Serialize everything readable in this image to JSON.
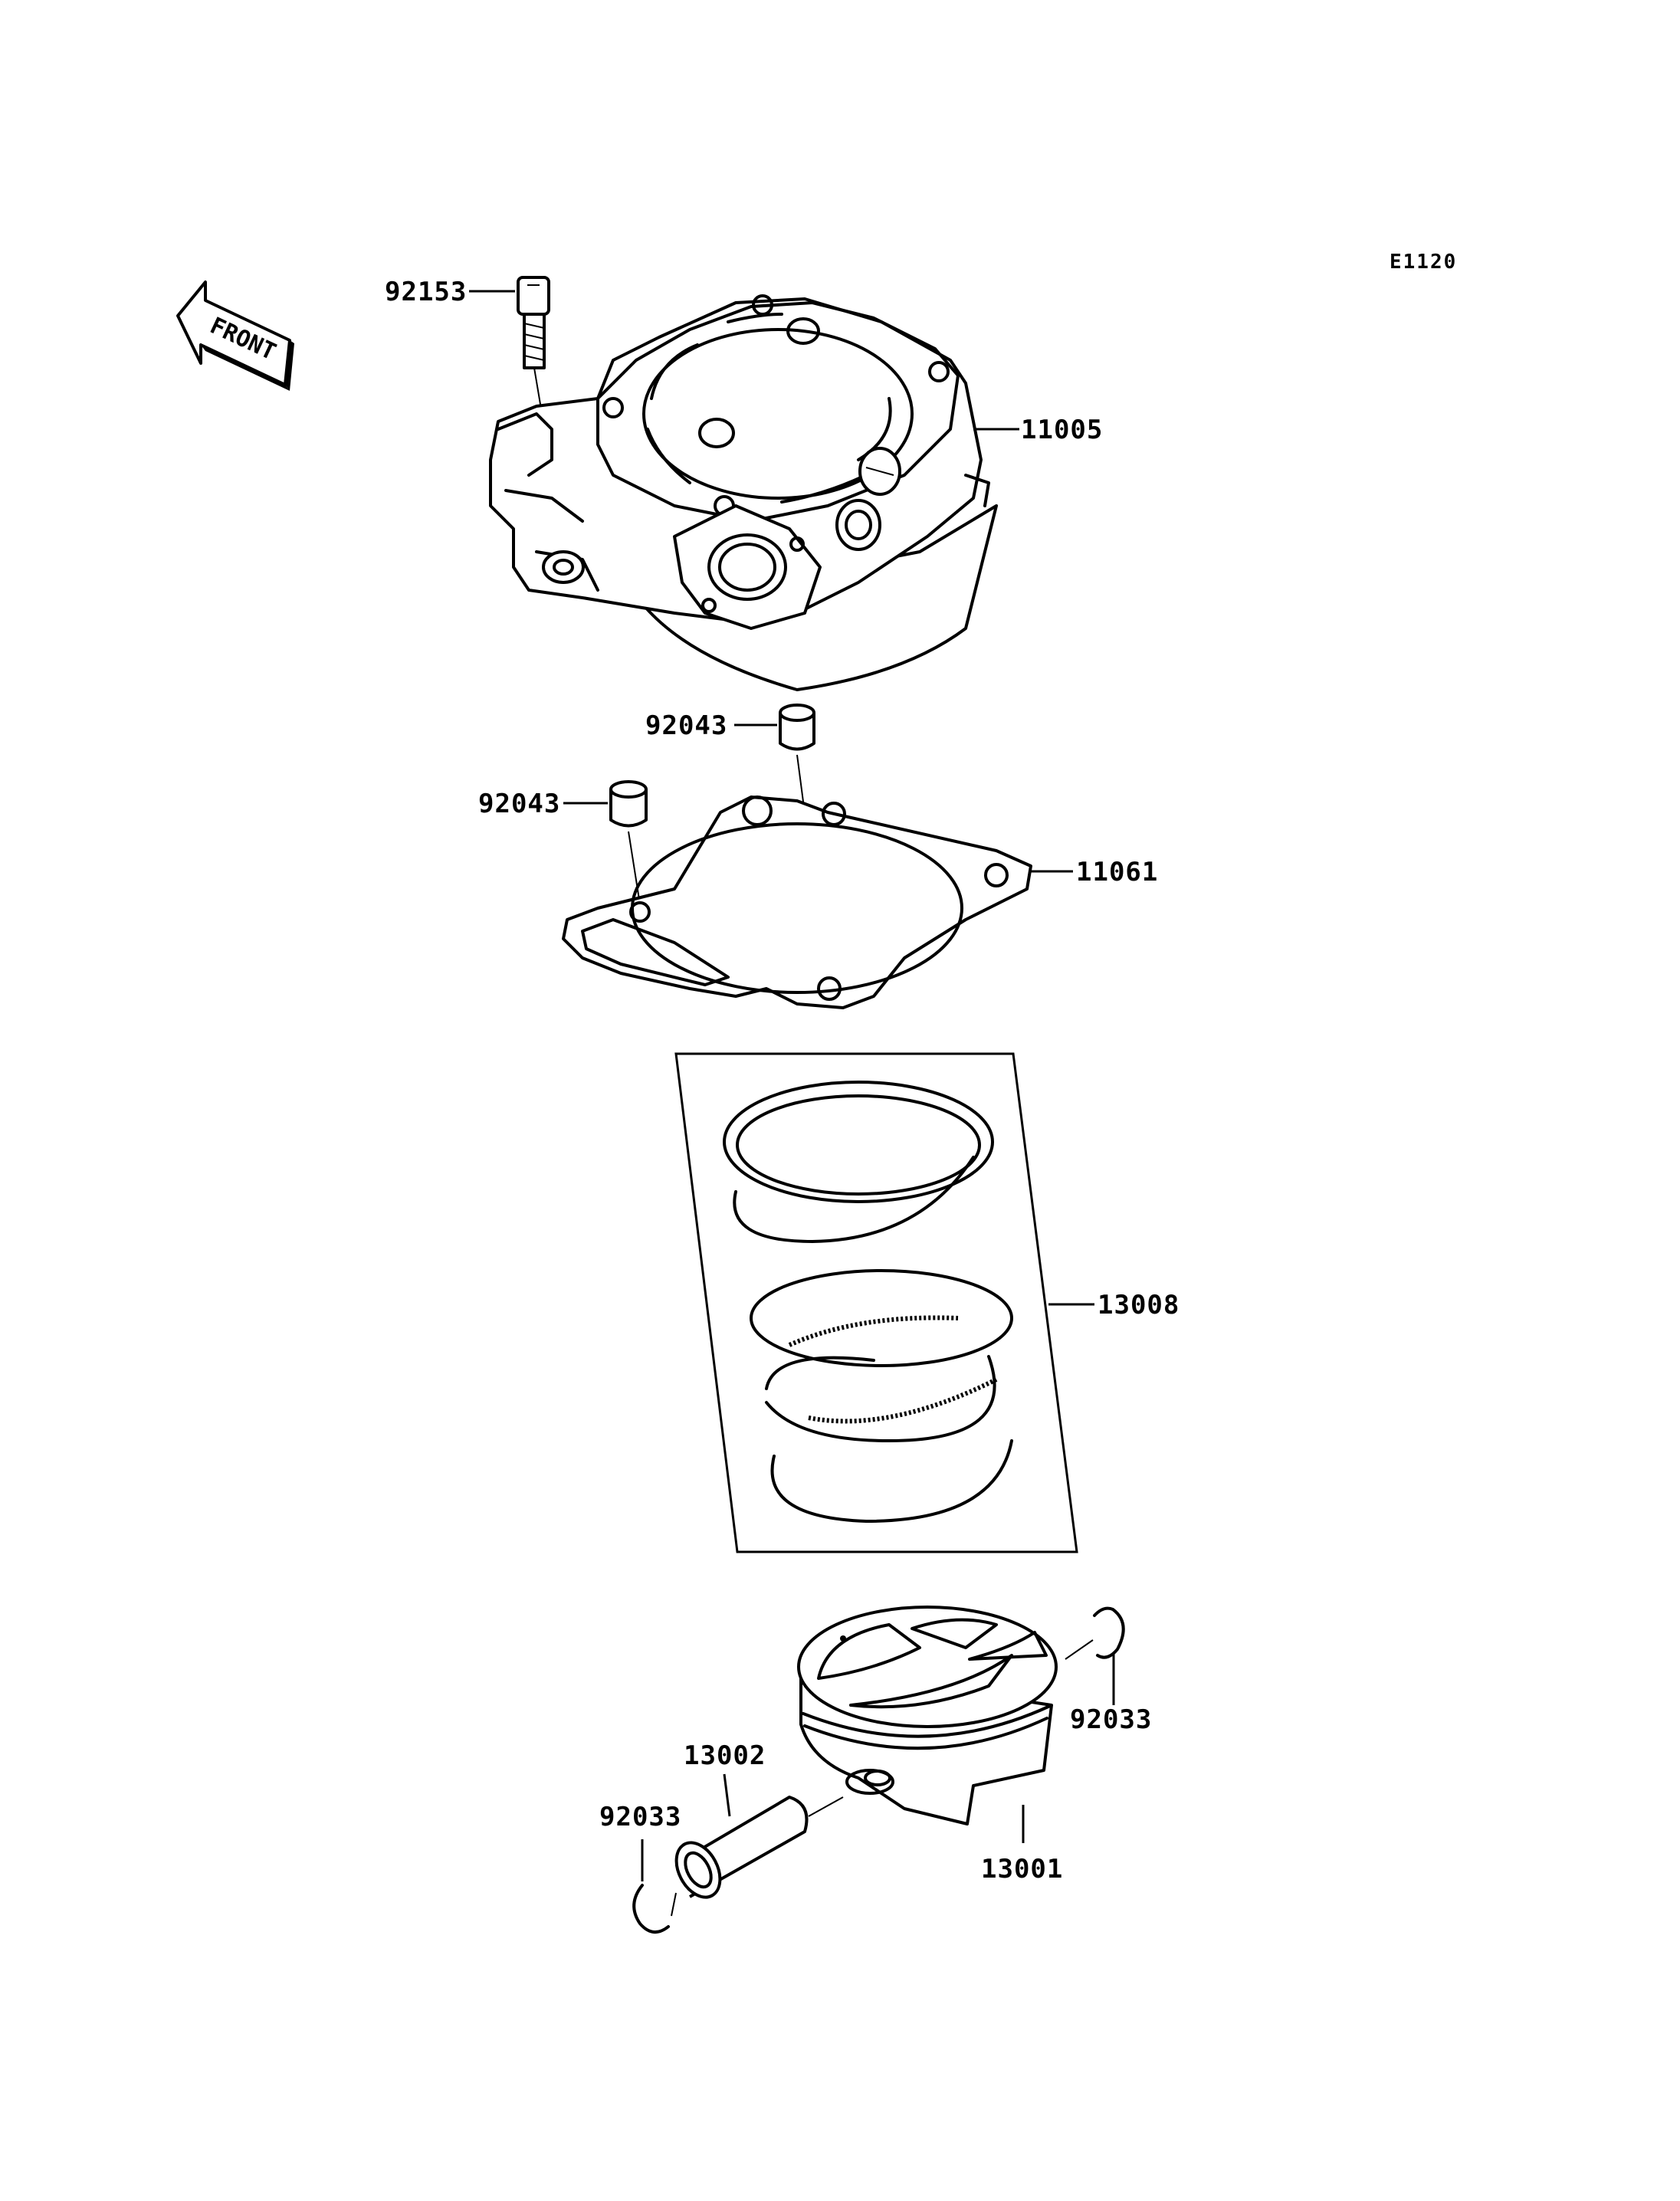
{
  "diagram": {
    "reference_code": "E1120",
    "front_indicator": "FRONT",
    "parts": [
      {
        "number": "92153",
        "name": "bolt"
      },
      {
        "number": "11005",
        "name": "cylinder"
      },
      {
        "number": "92043",
        "name": "dowel-pin-right"
      },
      {
        "number": "92043",
        "name": "dowel-pin-left"
      },
      {
        "number": "11061",
        "name": "cylinder-gasket"
      },
      {
        "number": "13008",
        "name": "piston-ring-set"
      },
      {
        "number": "92033",
        "name": "circlip-right"
      },
      {
        "number": "13002",
        "name": "piston-pin"
      },
      {
        "number": "92033",
        "name": "circlip-left"
      },
      {
        "number": "13001",
        "name": "piston"
      }
    ]
  }
}
